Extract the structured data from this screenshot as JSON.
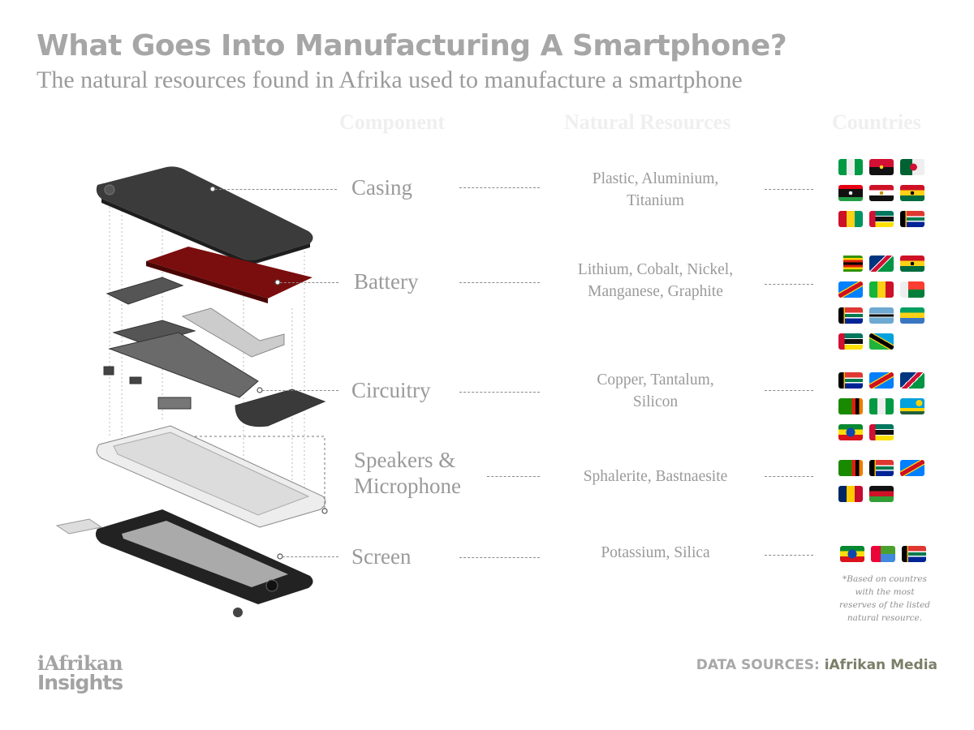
{
  "title": "What Goes Into Manufacturing A Smartphone?",
  "subtitle": "The natural resources found in Afrika used to manufacture a smartphone",
  "columns": {
    "component": "Component",
    "resources": "Natural Resources",
    "countries": "Countries"
  },
  "rows": [
    {
      "component": "Casing",
      "resources_line1": "Plastic, Aluminium,",
      "resources_line2": "Titanium",
      "flags": [
        "nigeria-flag",
        "angola-flag",
        "algeria-flag",
        "libya-flag",
        "egypt-flag",
        "ghana-flag",
        "guinea-flag",
        "mozambique-flag",
        "south-africa-flag"
      ]
    },
    {
      "component": "Battery",
      "resources_line1": "Lithium, Cobalt, Nickel,",
      "resources_line2": "Manganese, Graphite",
      "flags": [
        "zimbabwe-flag",
        "namibia-flag",
        "ghana-flag",
        "drc-flag",
        "mali-flag",
        "madagascar-flag",
        "south-africa-flag",
        "botswana-flag",
        "gabon-flag",
        "mozambique-flag",
        "tanzania-flag"
      ]
    },
    {
      "component": "Circuitry",
      "resources_line1": "Copper, Tantalum,",
      "resources_line2": "Silicon",
      "flags": [
        "south-africa-flag",
        "drc-flag",
        "namibia-flag",
        "zambia-flag",
        "nigeria-flag",
        "rwanda-flag",
        "ethiopia-flag",
        "mozambique-flag"
      ]
    },
    {
      "component_line1": "Speakers &",
      "component_line2": "Microphone",
      "resources_line1": "Sphalerite, Bastnaesite",
      "flags": [
        "zambia-flag",
        "south-africa-flag",
        "drc-flag",
        "chad-flag",
        "malawi-flag"
      ]
    },
    {
      "component": "Screen",
      "resources_line1": "Potassium, Silica",
      "flags": [
        "ethiopia-flag",
        "eritrea-flag",
        "south-africa-flag"
      ]
    }
  ],
  "footnote": "*Based on countres with the most reserves of the listed natural resource.",
  "logo": {
    "line1": "iAfrikan",
    "line2": "Insights"
  },
  "sources": {
    "label": "DATA SOURCES:",
    "name": "iAfrikan Media"
  },
  "colors": {
    "title": "#a6a6a6",
    "battery": "#7a0d0d",
    "casing": "#3d3d3d",
    "sources_name": "#7b7e68"
  }
}
